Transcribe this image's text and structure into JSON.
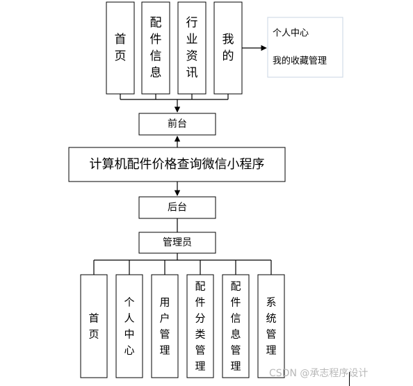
{
  "frontend_items": [
    "首页",
    "配件信息",
    "行业资讯",
    "我的"
  ],
  "my_menu": [
    "个人中心",
    "我的收藏管理"
  ],
  "front_label": "前台",
  "system_title": "计算机配件价格查询微信小程序",
  "back_label": "后台",
  "admin_label": "管理员",
  "admin_items": [
    "首页",
    "个人中心",
    "用户管理",
    "配件分类管理",
    "配件信息管理",
    "系统管理"
  ],
  "watermark": "CSDN @承志程序设计"
}
